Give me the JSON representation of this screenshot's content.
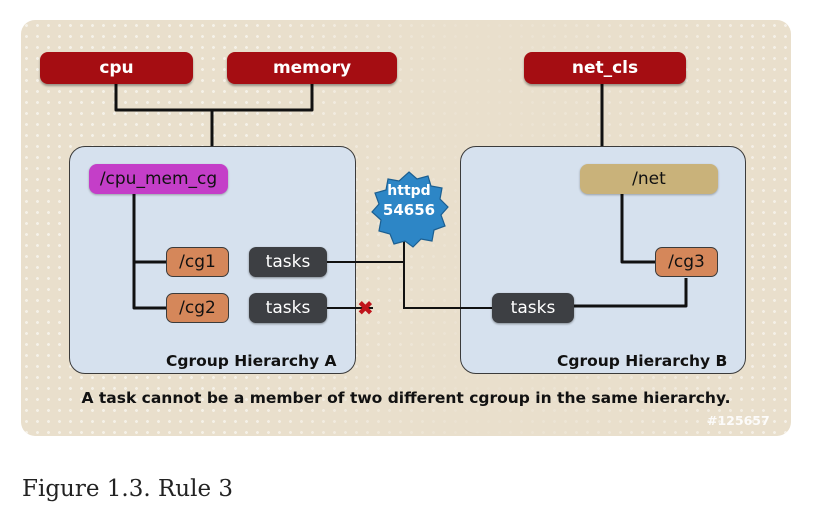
{
  "controllers": {
    "cpu": "cpu",
    "memory": "memory",
    "net_cls": "net_cls"
  },
  "hierarchy_a": {
    "label": "Cgroup Hierarchy A",
    "root": "/cpu_mem_cg",
    "cgroups": [
      "/cg1",
      "/cg2"
    ],
    "tasks_labels": [
      "tasks",
      "tasks"
    ]
  },
  "hierarchy_b": {
    "label": "Cgroup Hierarchy B",
    "root": "/net",
    "cgroups": [
      "/cg3"
    ],
    "tasks_label": "tasks"
  },
  "process": {
    "name": "httpd",
    "pid": "54656"
  },
  "caption": "A task cannot be a member of two different cgroup in the same hierarchy.",
  "image_id": "#125657",
  "figure_title": "Figure 1.3. Rule 3",
  "colors": {
    "controller": "#a50d12",
    "root_a": "#c43ec8",
    "root_b": "#c9b27a",
    "cgroup": "#d5875a",
    "tasks": "#3d3f43",
    "hierarchy_fill": "#d6e1ee",
    "badge": "#2d86c6",
    "cross": "#c0141b"
  }
}
